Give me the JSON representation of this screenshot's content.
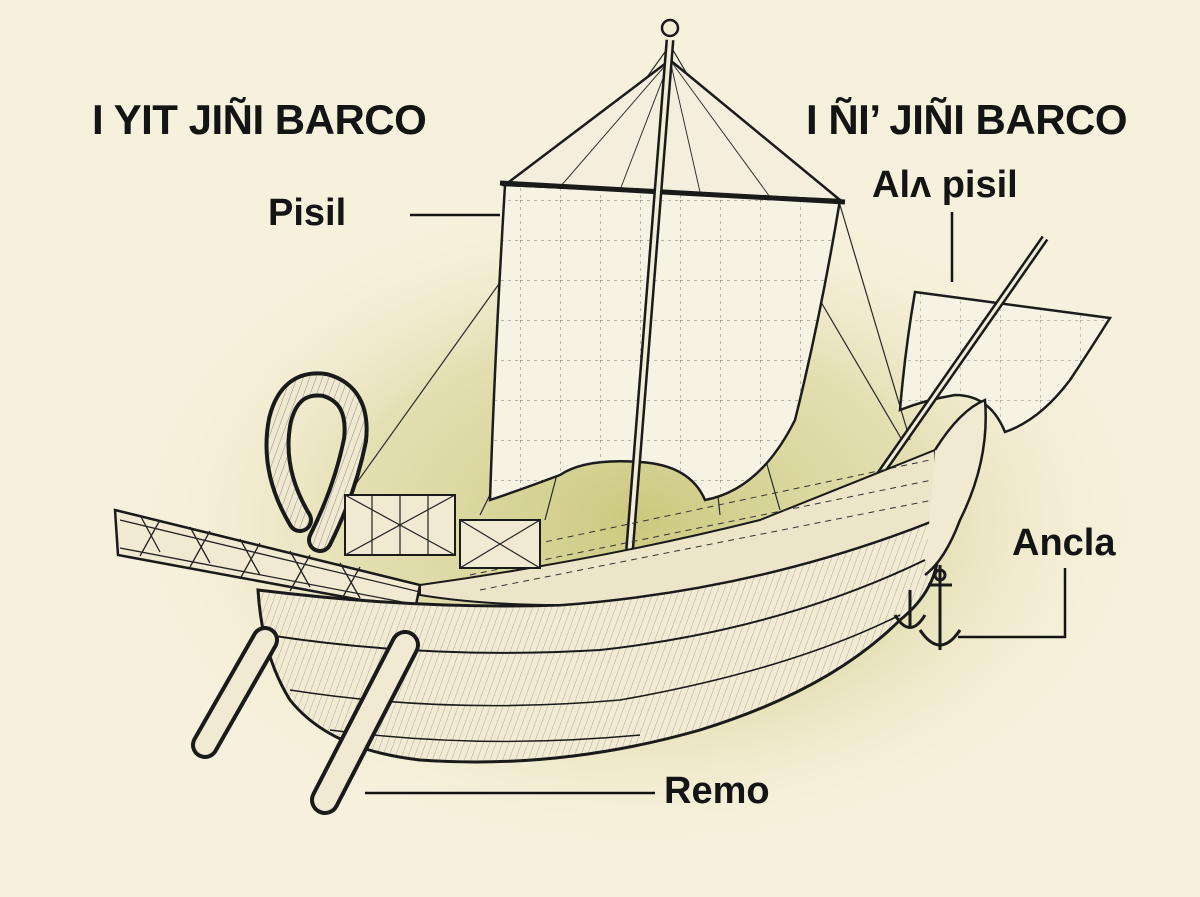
{
  "headings": {
    "stern": "I YIT JIÑI BARCO",
    "bow": "I ÑI’ JIÑI BARCO"
  },
  "labels": {
    "sail": "Pisil",
    "small_sail": "Alʌ pisil",
    "anchor": "Ancla",
    "oar": "Remo"
  },
  "colors": {
    "background": "#f6f1dc",
    "glow": "#c9c77a",
    "ink": "#141414"
  }
}
